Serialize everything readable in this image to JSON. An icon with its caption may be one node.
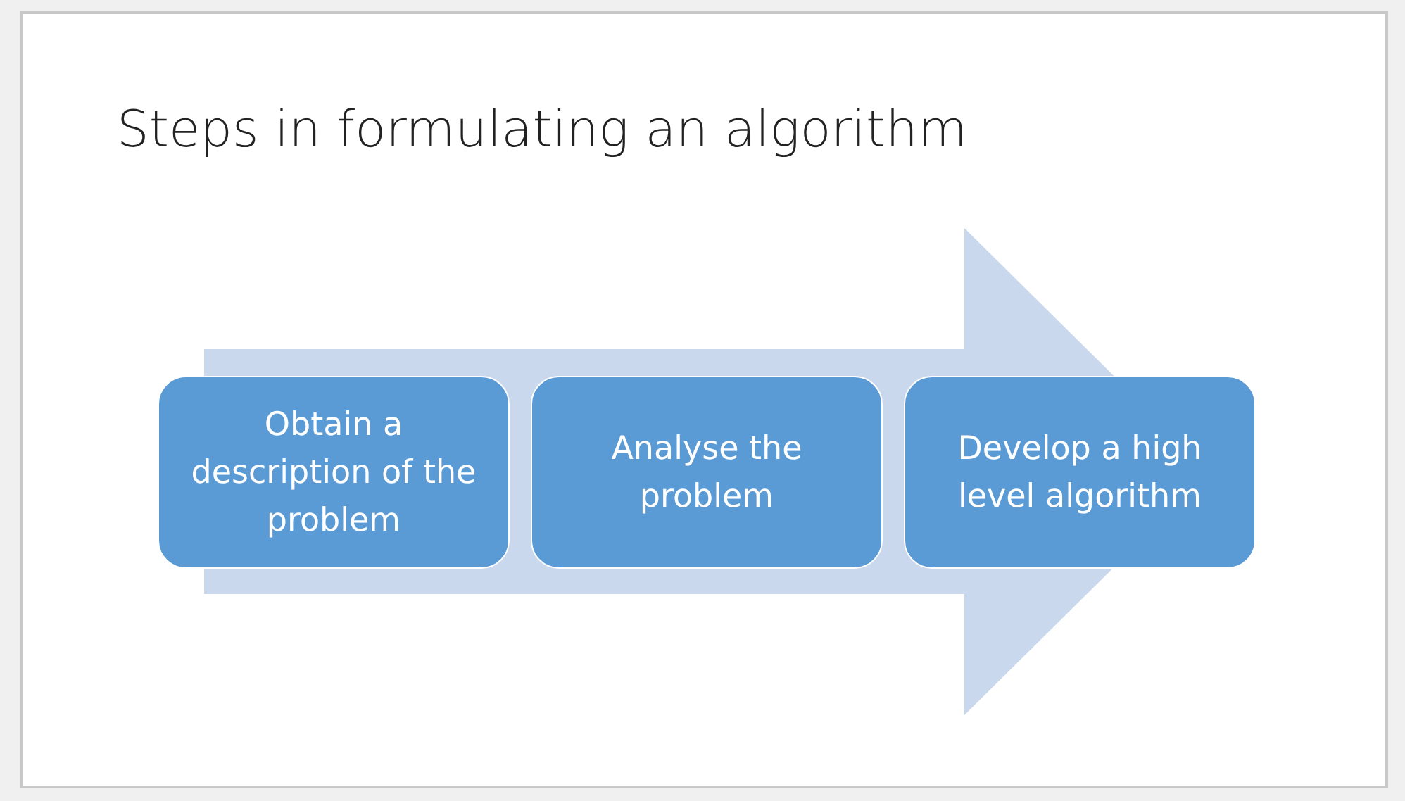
{
  "diagram": {
    "title": "Steps in formulating an algorithm",
    "nodes": [
      {
        "text": [
          "Obtain a description of the problem"
        ]
      },
      {
        "text": [
          "Analyse the problem"
        ]
      },
      {
        "text": [
          "Develop a high level algorithm"
        ]
      }
    ],
    "edges": [
      {
        "from": 0,
        "to": 2,
        "arrow": "to"
      }
    ]
  }
}
